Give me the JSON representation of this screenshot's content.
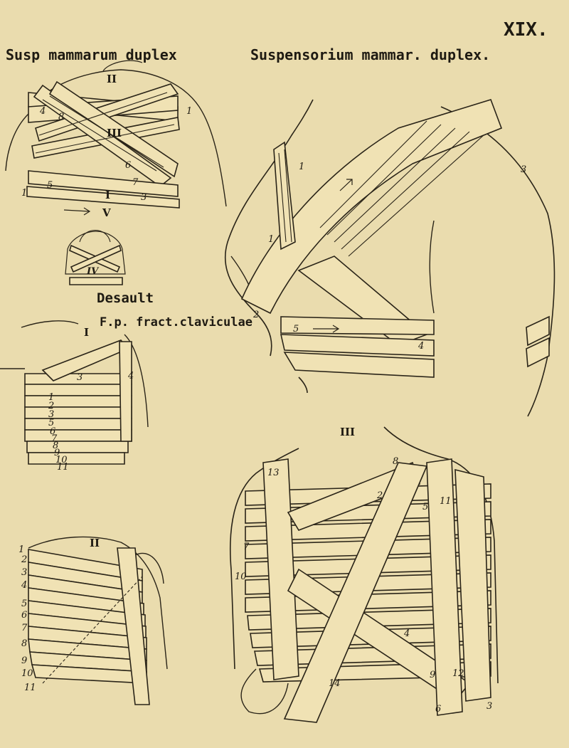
{
  "plate_number": "XIX.",
  "captions": {
    "top_left": "Susp mammarum duplex",
    "top_right": "Suspensorium mammar. duplex.",
    "desault": "Desault",
    "fracture": "F.p. fract.claviculae"
  },
  "figure_labels": {
    "fig_top_left": "II",
    "fig_small": "IV",
    "fig_desault": "I",
    "fig_bottom_left": "II",
    "fig_bottom_right": "III"
  },
  "band_numbers": {
    "top_left": [
      "4",
      "8",
      "III",
      "6",
      "7",
      "5",
      "1",
      "3",
      "I",
      "V",
      "1"
    ],
    "top_right": [
      "1",
      "1",
      "2",
      "5",
      "4",
      "3"
    ],
    "desault": [
      "3",
      "4",
      "1",
      "2",
      "3",
      "5",
      "6",
      "7",
      "8",
      "9",
      "10",
      "11"
    ],
    "bottom_left": [
      "1",
      "2",
      "3",
      "4",
      "5",
      "6",
      "7",
      "8",
      "9",
      "10",
      "11"
    ],
    "bottom_right": [
      "13",
      "8",
      "2",
      "5",
      "11",
      "7",
      "10",
      "4",
      "9",
      "12",
      "14",
      "6",
      "3"
    ]
  },
  "colors": {
    "paper": "#eadcae",
    "band": "#f0e2b4",
    "ink": "#2a2418"
  }
}
